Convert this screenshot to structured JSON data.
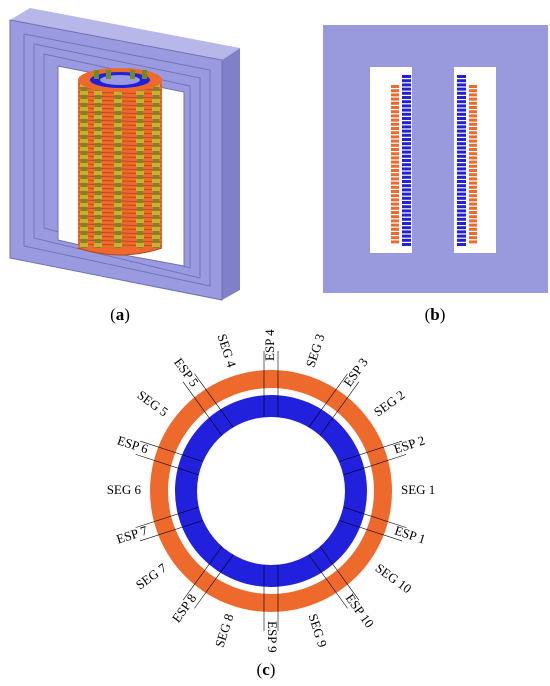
{
  "panels": {
    "a": {
      "caption": "a"
    },
    "b": {
      "caption": "b"
    },
    "c": {
      "caption": "c",
      "boundary_labels": [
        "ESP 1",
        "ESP 2",
        "ESP 3",
        "ESP 4",
        "ESP 5",
        "ESP 6",
        "ESP 7",
        "ESP 8",
        "ESP 9",
        "ESP 10"
      ],
      "segment_labels": [
        "SEG 1",
        "SEG 2",
        "SEG 3",
        "SEG 4",
        "SEG 5",
        "SEG 6",
        "SEG 7",
        "SEG 8",
        "SEG 9",
        "SEG 10"
      ]
    }
  },
  "colors": {
    "core": "#9999dd",
    "core_dark": "#7a7ab8",
    "outer_winding": "#ee6a2c",
    "inner_winding": "#2020dd",
    "spacer": "#6e8a2a",
    "background": "#ffffff"
  }
}
